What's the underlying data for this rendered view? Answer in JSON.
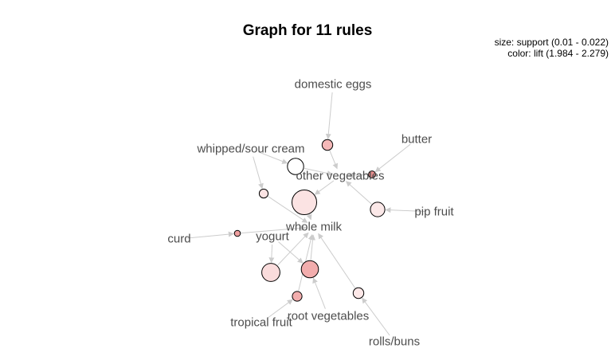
{
  "title": "Graph for 11 rules",
  "legend": {
    "size_line": "size: support (0.01 - 0.022)",
    "color_line": "color: lift (1.984 - 2.279)"
  },
  "colors": {
    "edge": "#cccccc",
    "label": "#4d4d4d",
    "node_stroke": "#000000"
  },
  "items": [
    {
      "id": "domestic_eggs",
      "label": "domestic eggs"
    },
    {
      "id": "butter",
      "label": "butter"
    },
    {
      "id": "whipped_sour_cream",
      "label": "whipped/sour cream"
    },
    {
      "id": "other_vegetables",
      "label": "other vegetables"
    },
    {
      "id": "pip_fruit",
      "label": "pip fruit"
    },
    {
      "id": "curd",
      "label": "curd"
    },
    {
      "id": "yogurt",
      "label": "yogurt"
    },
    {
      "id": "whole_milk",
      "label": "whole milk"
    },
    {
      "id": "tropical_fruit",
      "label": "tropical fruit"
    },
    {
      "id": "root_vegetables",
      "label": "root vegetables"
    },
    {
      "id": "rolls_buns",
      "label": "rolls/buns"
    }
  ],
  "rules": [
    {
      "id": "r1",
      "fill": "#f4b8b8",
      "support_level": 0.25
    },
    {
      "id": "r2",
      "fill": "#e98e8e",
      "support_level": 0.05
    },
    {
      "id": "r3",
      "fill": "#ffffff",
      "support_level": 0.55
    },
    {
      "id": "r4",
      "fill": "#fbe3e3",
      "support_level": 0.15
    },
    {
      "id": "r5",
      "fill": "#fbe3e3",
      "support_level": 1.0
    },
    {
      "id": "r6",
      "fill": "#fbe8e8",
      "support_level": 0.45
    },
    {
      "id": "r7",
      "fill": "#ee9f9f",
      "support_level": 0.0
    },
    {
      "id": "r8",
      "fill": "#fadcdc",
      "support_level": 0.65
    },
    {
      "id": "r9",
      "fill": "#f2adad",
      "support_level": 0.6
    },
    {
      "id": "r10",
      "fill": "#f2adad",
      "support_level": 0.2
    },
    {
      "id": "r11",
      "fill": "#fde8e8",
      "support_level": 0.25
    }
  ],
  "edges": [
    [
      "domestic_eggs",
      "r1"
    ],
    [
      "r1",
      "other_vegetables"
    ],
    [
      "butter",
      "r2"
    ],
    [
      "r2",
      "other_vegetables"
    ],
    [
      "whipped_sour_cream",
      "r3"
    ],
    [
      "r3",
      "other_vegetables"
    ],
    [
      "whipped_sour_cream",
      "r4"
    ],
    [
      "r4",
      "whole_milk"
    ],
    [
      "other_vegetables",
      "r5"
    ],
    [
      "r5",
      "whole_milk"
    ],
    [
      "pip_fruit",
      "r6"
    ],
    [
      "r6",
      "other_vegetables"
    ],
    [
      "curd",
      "r7"
    ],
    [
      "r7",
      "whole_milk"
    ],
    [
      "yogurt",
      "r8"
    ],
    [
      "r8",
      "whole_milk"
    ],
    [
      "yogurt",
      "r9"
    ],
    [
      "r9",
      "whole_milk"
    ],
    [
      "tropical_fruit",
      "r10"
    ],
    [
      "r10",
      "whole_milk"
    ],
    [
      "root_vegetables",
      "r9"
    ],
    [
      "rolls_buns",
      "r11"
    ],
    [
      "r11",
      "whole_milk"
    ]
  ]
}
